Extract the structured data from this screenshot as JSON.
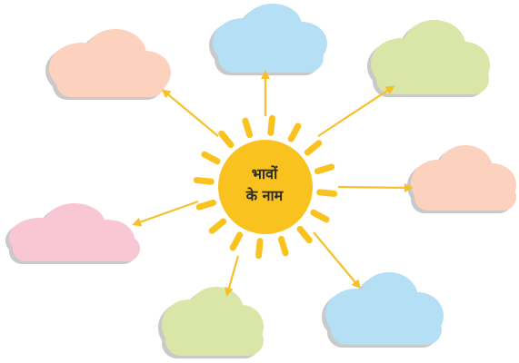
{
  "sun": {
    "line1": "भावों",
    "line2": "के नाम",
    "color": "#F9C21E",
    "ray_color": "#F9C21E"
  },
  "arrow_color": "#F5C02A",
  "clouds": [
    {
      "id": "top-left",
      "color": "#FCD2BE"
    },
    {
      "id": "top-center",
      "color": "#B5DFF4"
    },
    {
      "id": "top-right",
      "color": "#D9E6A8"
    },
    {
      "id": "right",
      "color": "#FCD2BE"
    },
    {
      "id": "bottom-right",
      "color": "#B5DFF4"
    },
    {
      "id": "bottom-center",
      "color": "#D9E6A8"
    },
    {
      "id": "left",
      "color": "#F8C7D3"
    }
  ],
  "cloud_shadow_color": "#C9C9C9"
}
